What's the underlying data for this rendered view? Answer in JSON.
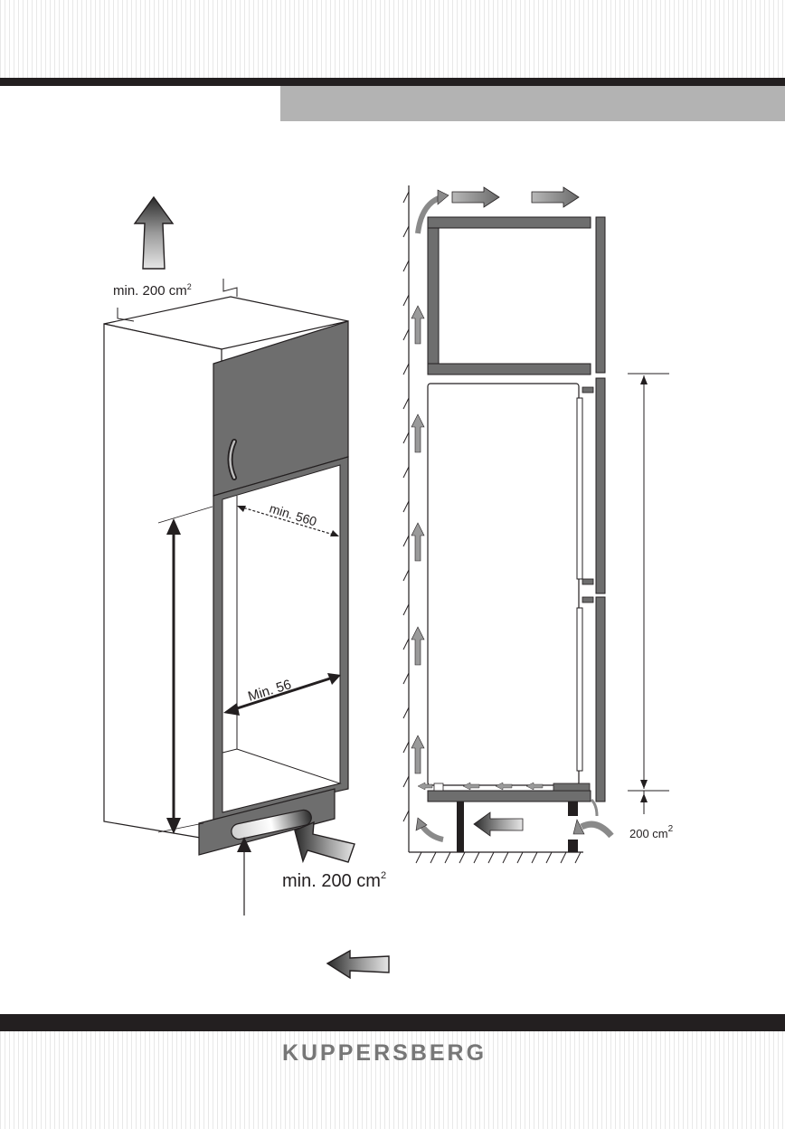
{
  "brand": {
    "name": "KUPPERSBERG"
  },
  "labels": {
    "vent_top_left": "min. 200 cm",
    "vent_bottom_left": "min. 200 cm",
    "vent_bottom_right": "200 cm",
    "sup_small": "2",
    "sup_large": "2",
    "sup_right": "2",
    "width_inner": "min. 560",
    "depth_inner": "Min. 56"
  },
  "colors": {
    "frame_dark": "#231f20",
    "band_gray": "#b3b3b3",
    "cabinet_panel": "#6e6e6e",
    "brand_gray": "#777777"
  }
}
